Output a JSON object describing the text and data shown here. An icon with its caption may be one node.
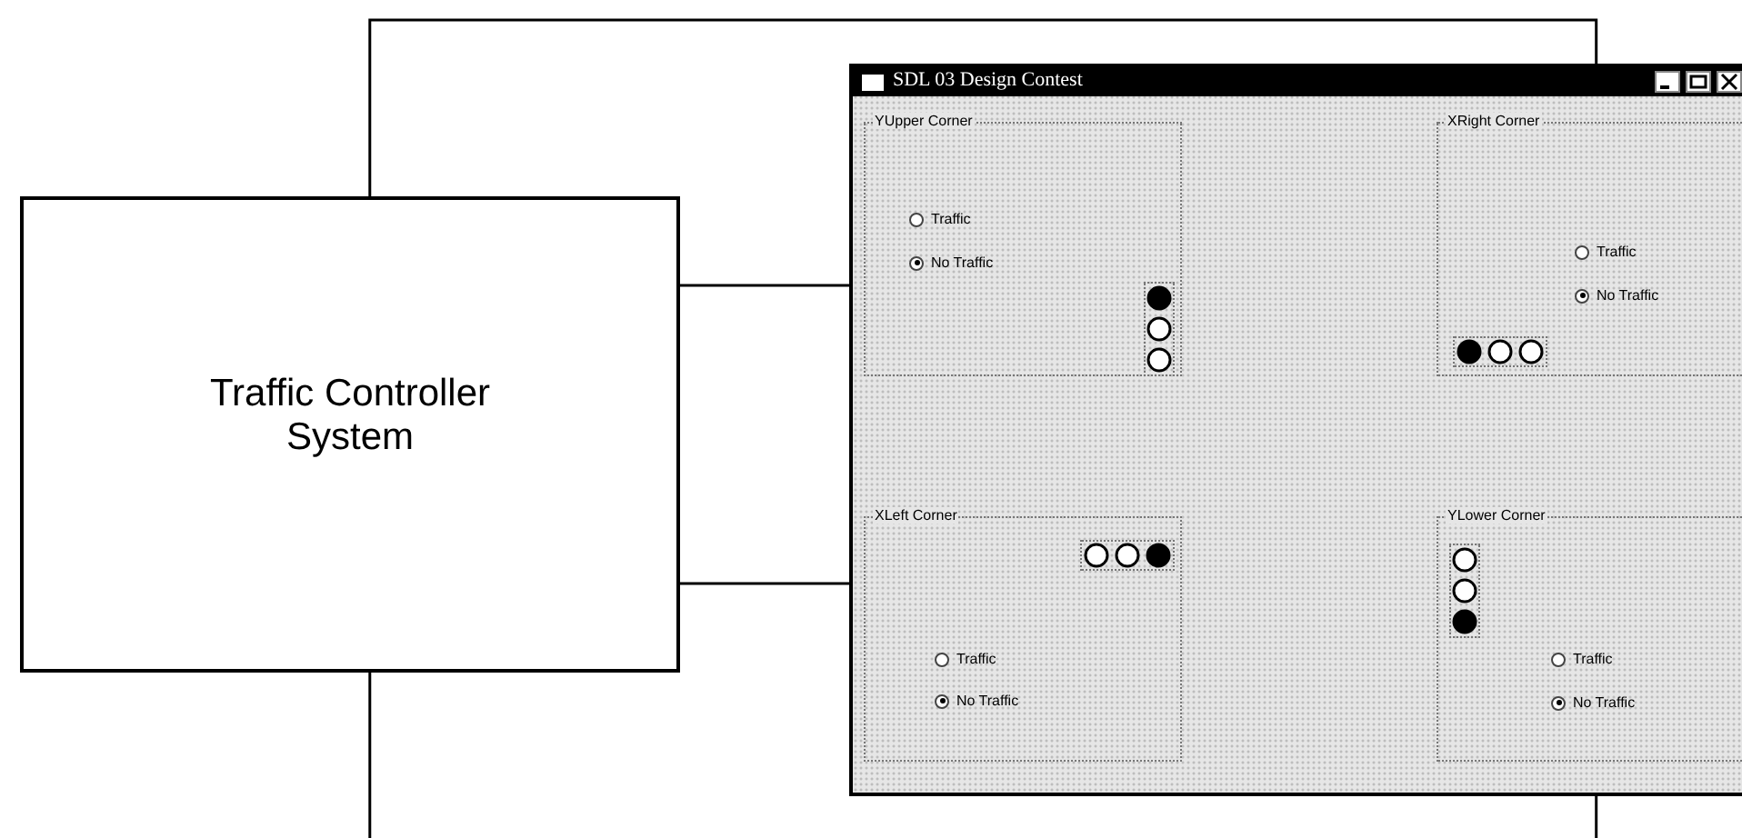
{
  "diagram": {
    "nodes": [
      {
        "text": [
          "Traffic Controller System"
        ]
      },
      {
        "text": [
          "SDL 03 Design Contest"
        ]
      },
      {
        "text": [
          "YUpper Corner",
          "Traffic",
          "No Traffic"
        ],
        "in": 1
      },
      {
        "text": [
          "XRight Corner",
          "Traffic",
          "No Traffic"
        ],
        "in": 1
      },
      {
        "text": [
          "XLeft Corner",
          "Traffic",
          "No Traffic"
        ],
        "in": 1
      },
      {
        "text": [
          "YLower Corner",
          "Traffic",
          "No Traffic"
        ],
        "in": 1
      }
    ],
    "edges": [
      {
        "from": 0,
        "to": 1,
        "arrow": "none"
      },
      {
        "from": 0,
        "to": 1,
        "arrow": "none"
      },
      {
        "from": 0,
        "to": 1,
        "arrow": "none"
      },
      {
        "from": 0,
        "to": null,
        "arrow": "none"
      },
      {
        "from": 1,
        "to": null,
        "arrow": "none"
      }
    ]
  }
}
